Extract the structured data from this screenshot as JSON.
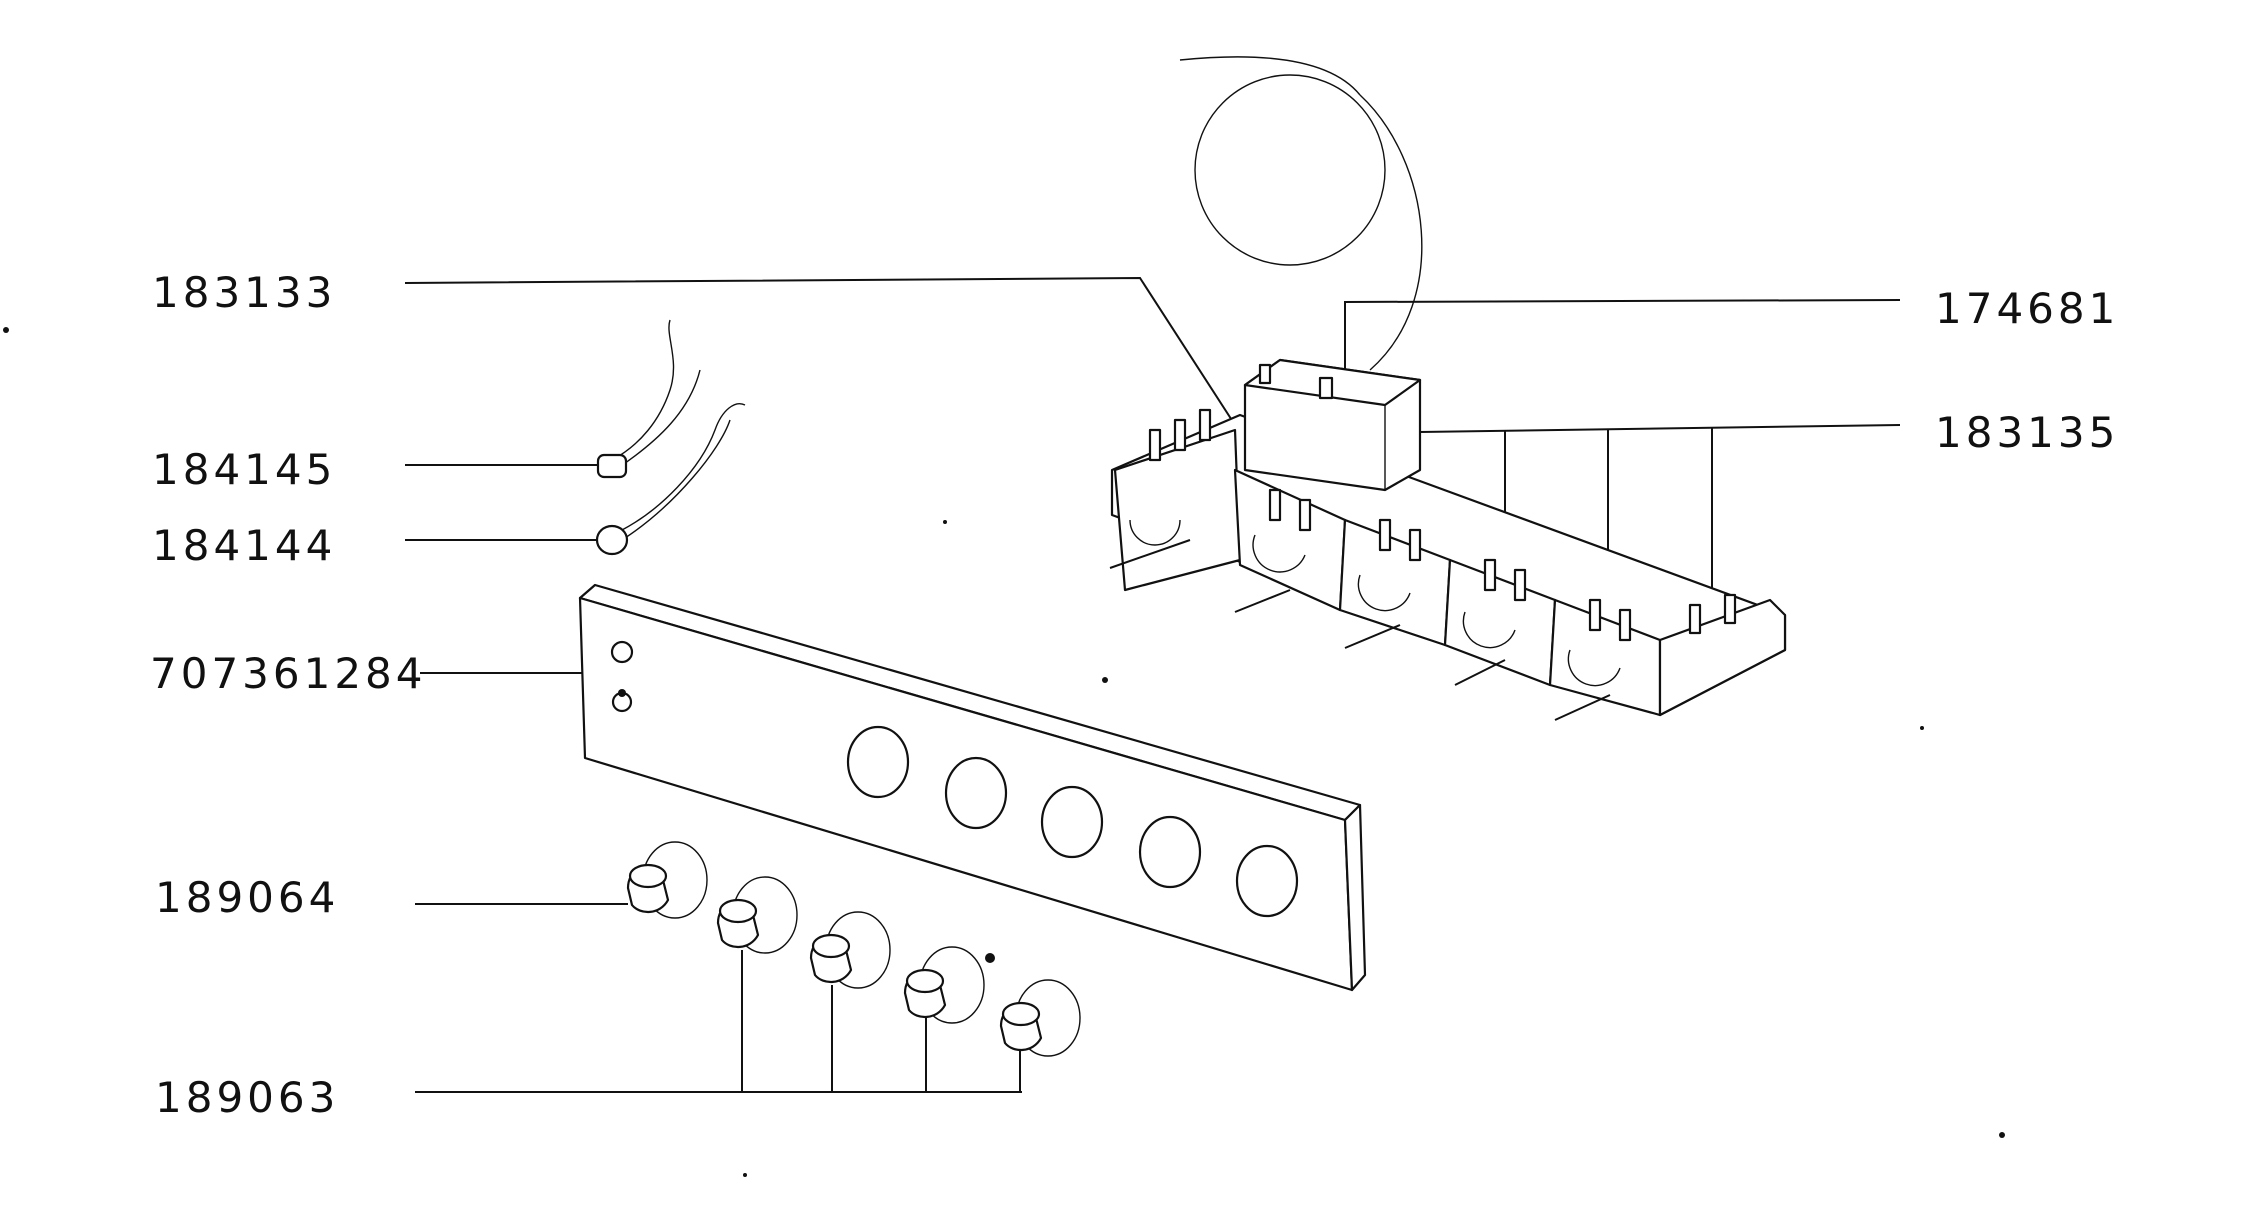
{
  "callouts": [
    {
      "id": "183133",
      "text": "183133"
    },
    {
      "id": "184145",
      "text": "184145"
    },
    {
      "id": "184144",
      "text": "184144"
    },
    {
      "id": "707361284",
      "text": "707361284"
    },
    {
      "id": "189064",
      "text": "189064"
    },
    {
      "id": "189063",
      "text": "189063"
    },
    {
      "id": "174681",
      "text": "174681"
    },
    {
      "id": "183135",
      "text": "183135"
    }
  ]
}
